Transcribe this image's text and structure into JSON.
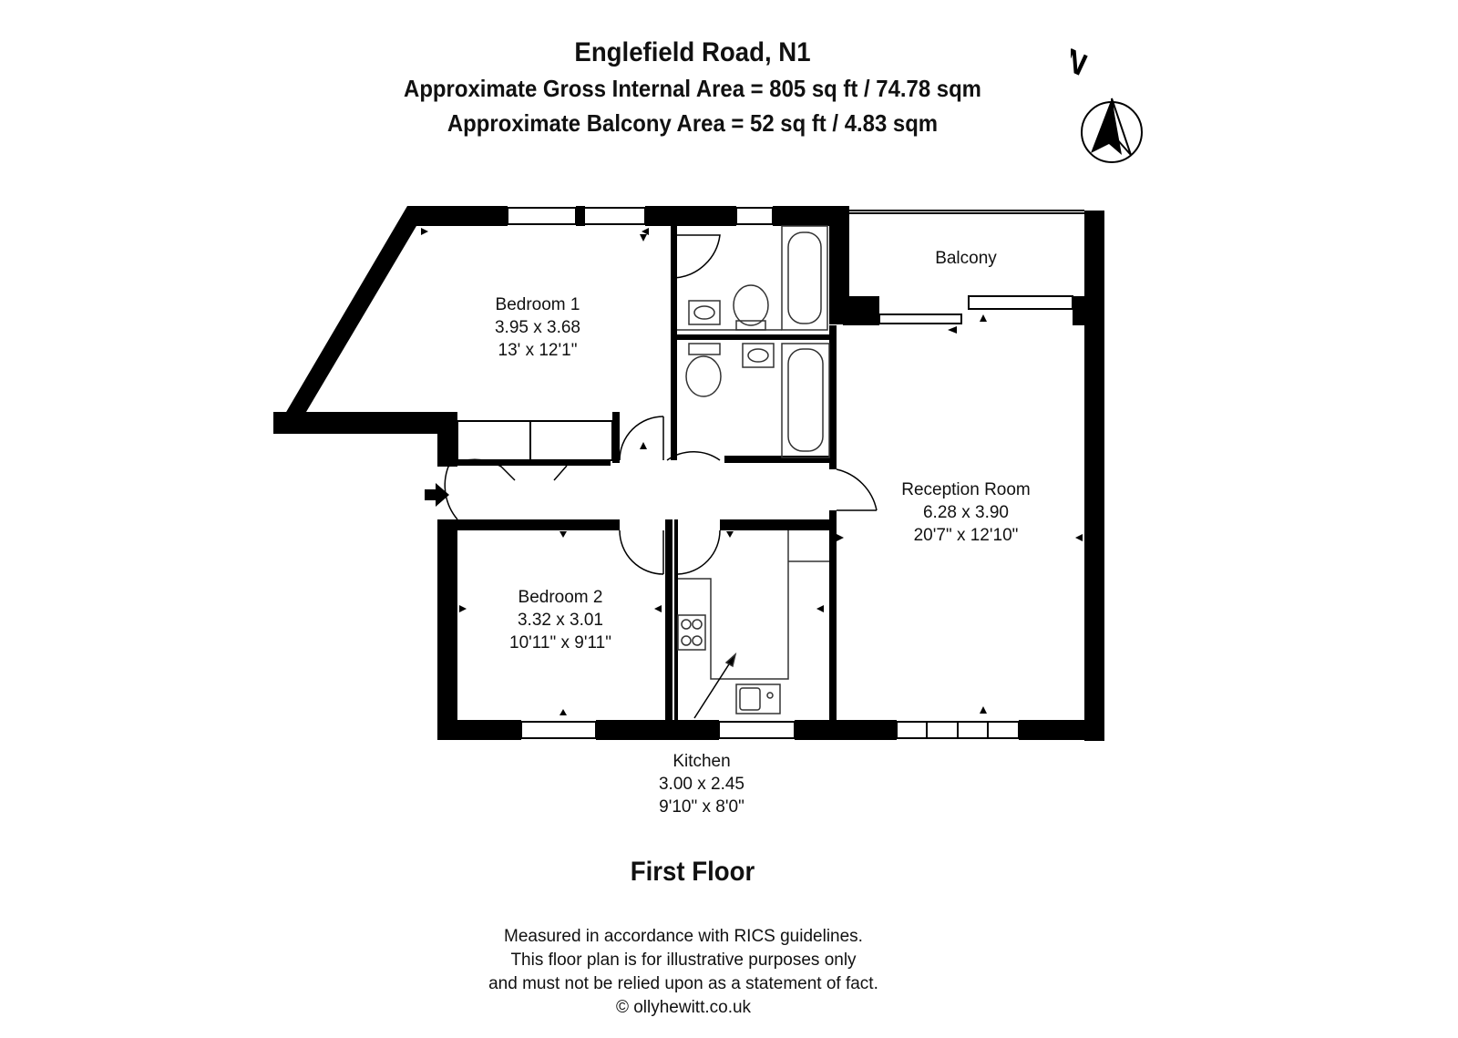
{
  "header": {
    "title": "Englefield Road, N1",
    "gross_area": "Approximate Gross Internal Area = 805 sq ft / 74.78 sqm",
    "balcony_area": "Approximate Balcony Area = 52 sq ft / 4.83 sqm"
  },
  "compass": {
    "label": "N",
    "icon": "north-arrow-icon"
  },
  "rooms": {
    "balcony": {
      "name": "Balcony"
    },
    "bedroom1": {
      "name": "Bedroom 1",
      "metric": "3.95 x 3.68",
      "imperial": "13' x 12'1\""
    },
    "reception": {
      "name": "Reception Room",
      "metric": "6.28 x 3.90",
      "imperial": "20'7\" x 12'10\""
    },
    "bedroom2": {
      "name": "Bedroom 2",
      "metric": "3.32 x 3.01",
      "imperial": "10'11\" x 9'11\""
    },
    "kitchen": {
      "name": "Kitchen",
      "metric": "3.00 x 2.45",
      "imperial": "9'10\" x 8'0\""
    }
  },
  "floor": {
    "title": "First Floor"
  },
  "disclaimer": {
    "line1": "Measured in accordance with RICS guidelines.",
    "line2": "This floor plan is for illustrative purposes only",
    "line3": "and must not be relied upon as a statement of fact.",
    "line4": "© ollyhewitt.co.uk"
  },
  "colors": {
    "wall": "#000000",
    "fixture": "#555555",
    "background": "#ffffff"
  }
}
